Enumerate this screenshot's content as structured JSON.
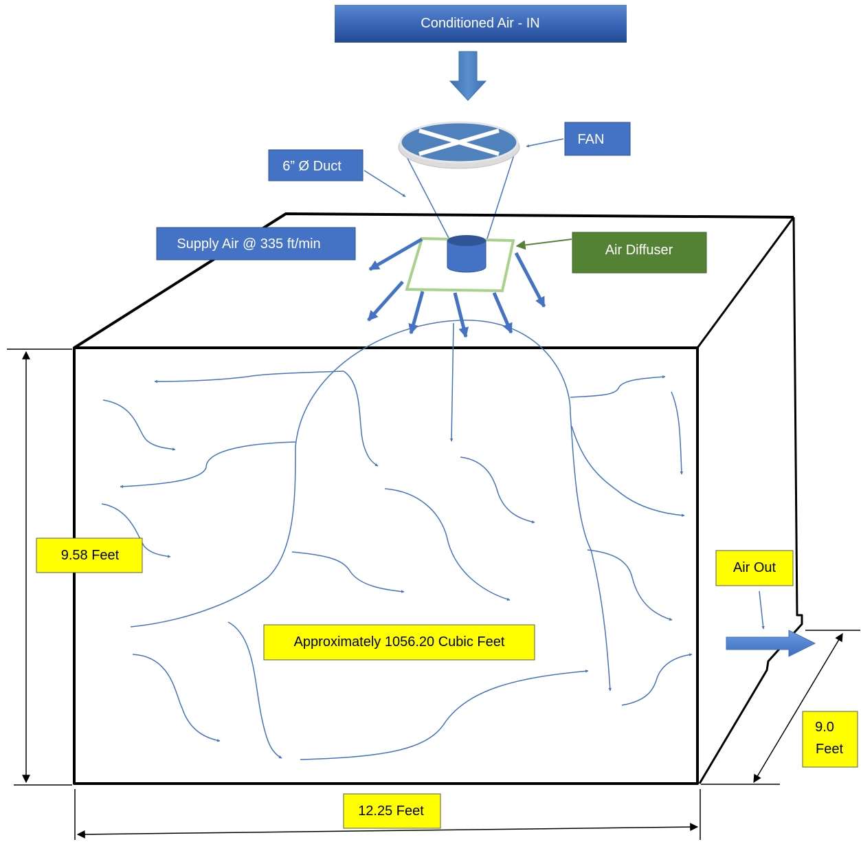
{
  "labels": {
    "conditioned_air_in": "Conditioned Air - IN",
    "fan": "FAN",
    "duct": "6” Ø Duct",
    "supply_air": "Supply Air @ 335 ft/min",
    "air_diffuser": "Air Diffuser",
    "height": "9.58 Feet",
    "volume": "Approximately 1056.20 Cubic Feet",
    "air_out": "Air Out",
    "depth_value": "9.0",
    "depth_unit": "Feet",
    "width": "12.25 Feet"
  },
  "colors": {
    "title_bar": "#2f5597",
    "label_blue": "#4472c4",
    "label_green": "#548235",
    "label_yellow": "#ffff00",
    "flow_line": "#4472c4",
    "diffuser_outline": "#a9d18e",
    "fan_disc": "#4f81bd"
  }
}
